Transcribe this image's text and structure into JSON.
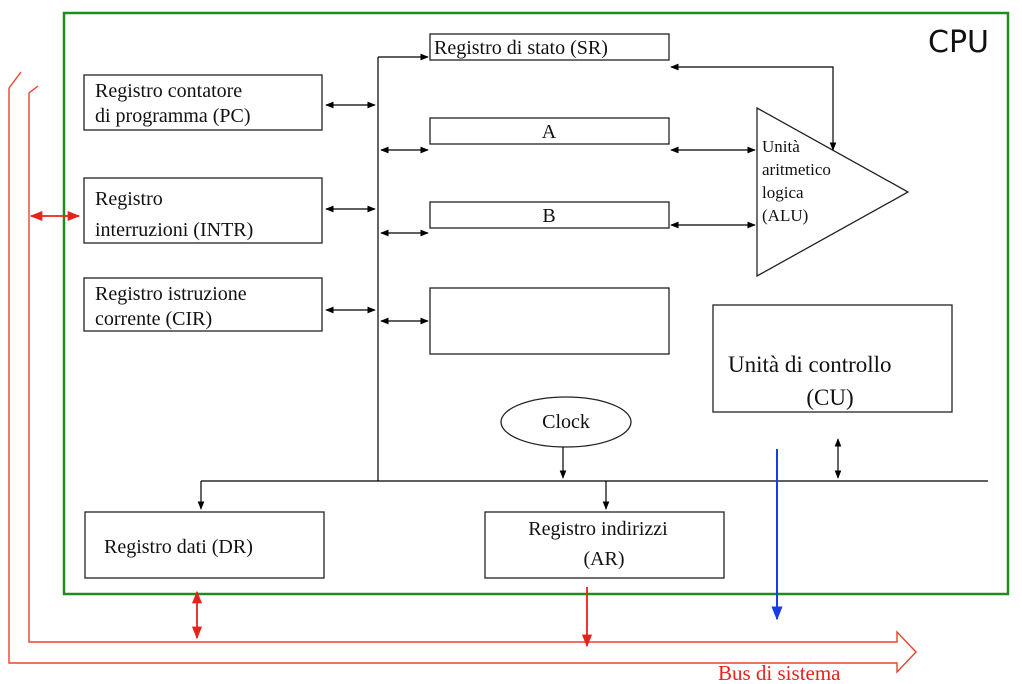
{
  "cpu": {
    "label": "CPU",
    "border_color": "#1e8c1e"
  },
  "registers": {
    "pc": {
      "line1": "Registro contatore",
      "line2": "di programma (PC)"
    },
    "intr": {
      "line1": "Registro",
      "line2": "interruzioni (INTR)"
    },
    "cir": {
      "line1": "Registro istruzione",
      "line2": "corrente (CIR)"
    },
    "sr": {
      "label": "Registro di stato (SR)"
    },
    "a": {
      "label": "A"
    },
    "b": {
      "label": "B"
    },
    "blank": {
      "label": ""
    },
    "dr": {
      "label": "Registro dati (DR)"
    },
    "ar": {
      "line1": "Registro indirizzi",
      "line2": "(AR)"
    }
  },
  "alu": {
    "line1": "Unità",
    "line2": "aritmetico",
    "line3": "logica",
    "line4": "(ALU)"
  },
  "cu": {
    "line1": "Unità di controllo",
    "line2": "(CU)"
  },
  "clock": {
    "label": "Clock"
  },
  "system_bus": {
    "label": "Bus di sistema",
    "color": "#e8432e",
    "arrow_color": "#e8221a",
    "control_color": "#1a3ce8"
  }
}
